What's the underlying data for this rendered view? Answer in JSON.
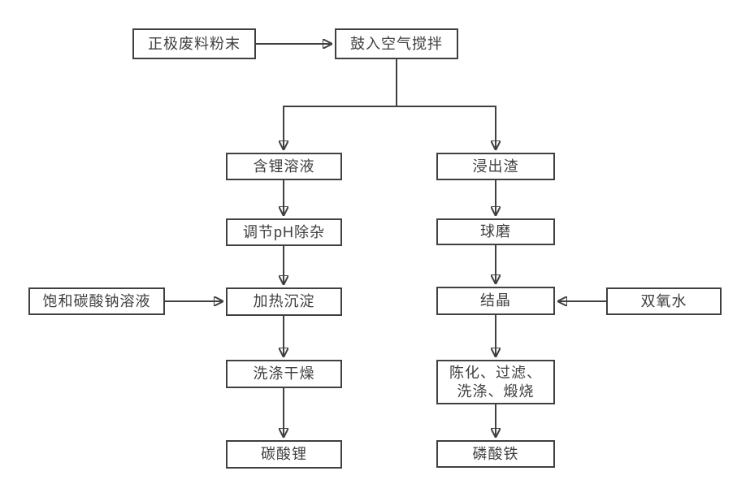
{
  "diagram": {
    "colors": {
      "background": "#ffffff",
      "line": "#404040",
      "box_border": "#404040",
      "text": "#3f3f3f"
    },
    "nodes": {
      "cathode_waste_powder": {
        "label": "正极废料粉末"
      },
      "air_blow_agitate": {
        "label": "鼓入空气搅拌"
      },
      "lithium_solution": {
        "label": "含锂溶液"
      },
      "ph_adjust_impurity": {
        "label": "调节pH除杂"
      },
      "sat_sodium_carbonate": {
        "label": "饱和碳酸钠溶液"
      },
      "heat_precipitate": {
        "label": "加热沉淀"
      },
      "wash_dry": {
        "label": "洗涤干燥"
      },
      "lithium_carbonate": {
        "label": "碳酸锂"
      },
      "leach_residue": {
        "label": "浸出渣"
      },
      "ball_mill": {
        "label": "球磨"
      },
      "crystallize": {
        "label": "结晶"
      },
      "hydrogen_peroxide": {
        "label": "双氧水"
      },
      "aging_filter_wash_calcine": {
        "label": "陈化、过滤、\n洗涤、煅烧"
      },
      "iron_phosphate": {
        "label": "磷酸铁"
      }
    }
  }
}
